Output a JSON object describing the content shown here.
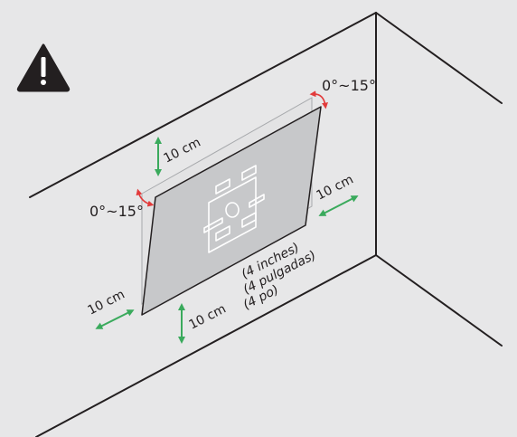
{
  "labels": {
    "angle_top": "0°~15°",
    "angle_left": "0°~15°",
    "clearance_top": "10 cm",
    "clearance_right": "10 cm",
    "clearance_left": "10 cm",
    "clearance_bottom": "10 cm",
    "inches": "(4 inches)",
    "pulgadas": "(4 pulgadas)",
    "po": "(4 po)"
  },
  "colors": {
    "background": "#e7e7e8",
    "line": "#231f20",
    "tv_panel": "#c7c8ca",
    "ghost_panel": "#e3e3e4",
    "arrow_green": "#3aaa5c",
    "arrow_red": "#e23b3b"
  },
  "icons": {
    "warning": "warning-triangle-icon"
  }
}
